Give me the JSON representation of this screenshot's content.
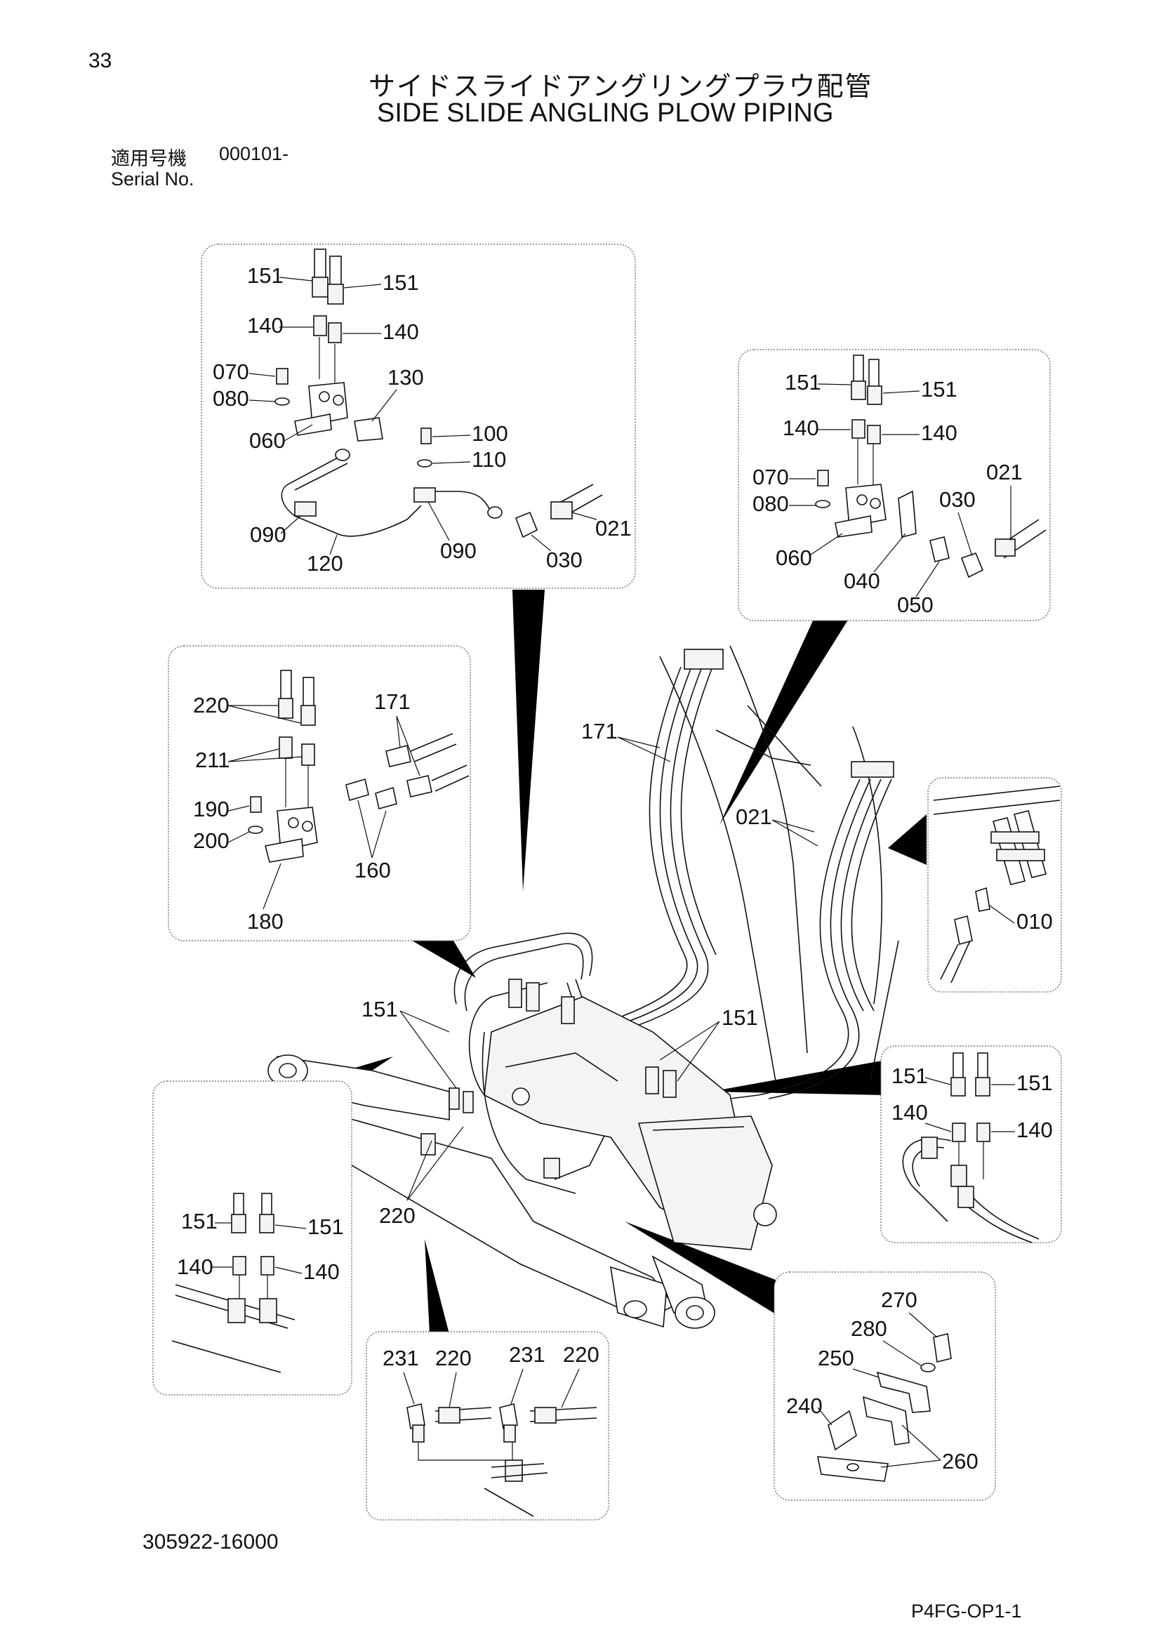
{
  "header": {
    "page_number": "33",
    "title_jp": "サイドスライドアングリングプラウ配管",
    "title_en": "SIDE SLIDE ANGLING PLOW PIPING",
    "serial_label_jp": "適用号機",
    "serial_range": "000101-",
    "serial_label_en": "Serial No."
  },
  "footer": {
    "drawing_number": "305922-16000",
    "page_code": "P4FG-OP1-1"
  },
  "callouts": {
    "detail_a": [
      "151",
      "151",
      "140",
      "140",
      "070",
      "080",
      "060",
      "130",
      "100",
      "110",
      "090",
      "120",
      "090",
      "030",
      "021"
    ],
    "detail_b": [
      "151",
      "151",
      "140",
      "140",
      "070",
      "080",
      "060",
      "021",
      "030",
      "040",
      "050"
    ],
    "detail_c": [
      "220",
      "171",
      "211",
      "190",
      "200",
      "160",
      "180"
    ],
    "detail_d": [
      "010"
    ],
    "main": [
      "171",
      "021",
      "151",
      "151",
      "220"
    ],
    "detail_e": [
      "151",
      "151",
      "140",
      "140"
    ],
    "detail_f": [
      "151",
      "151",
      "140",
      "140"
    ],
    "detail_g": [
      "231",
      "220",
      "231",
      "220"
    ],
    "detail_h": [
      "270",
      "280",
      "250",
      "240",
      "260"
    ]
  }
}
